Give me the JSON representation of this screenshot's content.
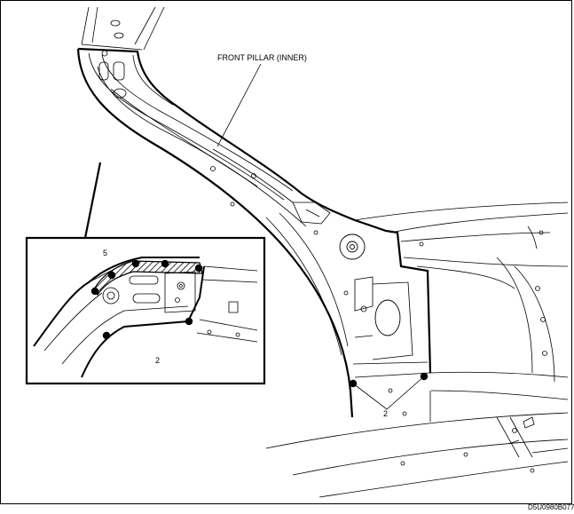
{
  "labels": {
    "front_pillar_inner": "FRONT PILLAR (INNER)",
    "callout_5": "5",
    "callout_2_inset": "2",
    "callout_2_main": "2",
    "figure_code": "D5U0980B077"
  },
  "colors": {
    "line": "#000000",
    "background": "#ffffff"
  }
}
